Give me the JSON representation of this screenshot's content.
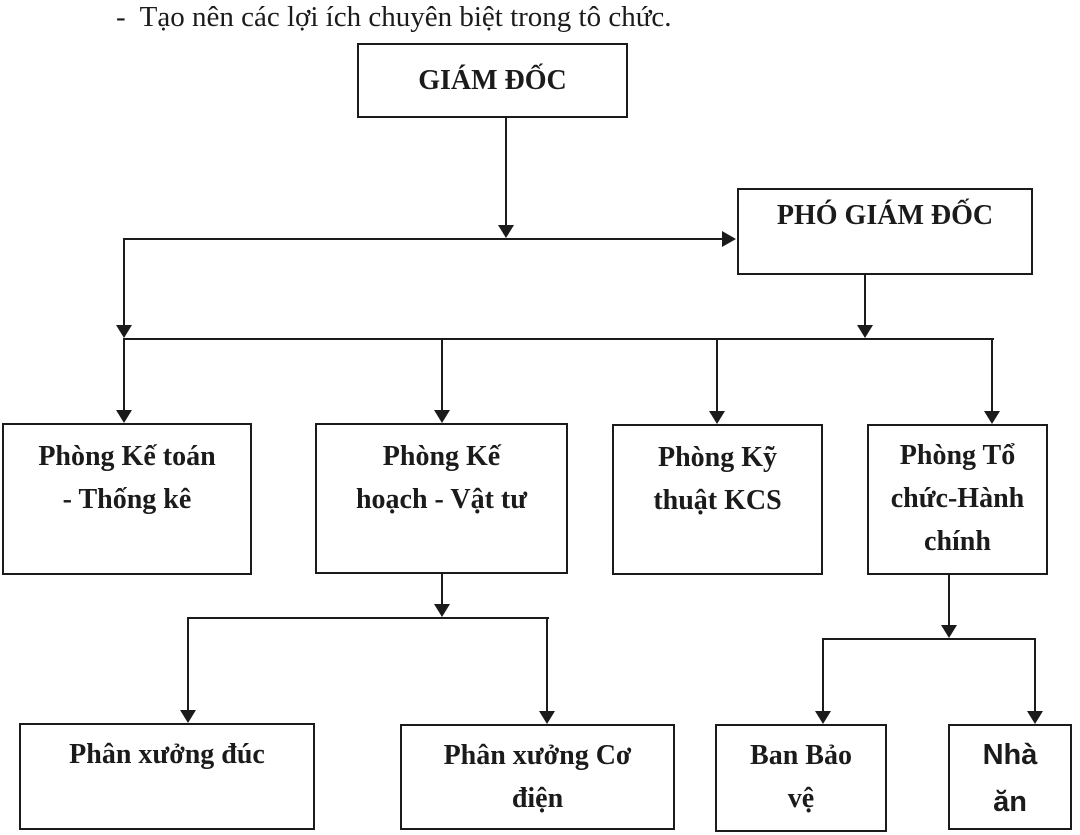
{
  "heading": "-  Tạo nên các lợi ích chuyên biệt trong tô chức.",
  "nodes": {
    "giam_doc": {
      "lines": [
        "GIÁM ĐỐC"
      ]
    },
    "pho_giam_doc": {
      "lines": [
        "PHÓ GIÁM ĐỐC"
      ]
    },
    "phong_ke_toan": {
      "lines": [
        "Phòng Kế toán",
        "- Thống kê"
      ]
    },
    "phong_ke_hoach": {
      "lines": [
        "Phòng Kế",
        "hoạch - Vật tư"
      ]
    },
    "phong_ky_thuat": {
      "lines": [
        "Phòng Kỹ",
        "thuật KCS"
      ]
    },
    "phong_to_chuc": {
      "lines": [
        "Phòng Tổ",
        "chức-Hành",
        "chính"
      ]
    },
    "phan_xuong_duc": {
      "lines": [
        "Phân xưởng đúc"
      ]
    },
    "phan_xuong_co_dien": {
      "lines": [
        "Phân xưởng Cơ",
        "điện"
      ]
    },
    "ban_bao_ve": {
      "lines": [
        "Ban Bảo",
        "vệ"
      ]
    },
    "nha_an": {
      "lines": [
        "Nhà",
        "ăn"
      ]
    }
  },
  "hierarchy": {
    "giam_doc": [
      "pho_giam_doc",
      "departments_bus"
    ],
    "pho_giam_doc": [
      "departments_bus"
    ],
    "departments_bus": [
      "phong_ke_toan",
      "phong_ke_hoach",
      "phong_ky_thuat",
      "phong_to_chuc"
    ],
    "phong_ke_hoach": [
      "phan_xuong_duc",
      "phan_xuong_co_dien"
    ],
    "phong_to_chuc": [
      "ban_bao_ve",
      "nha_an"
    ]
  },
  "colors": {
    "ink": "#1b1b1b",
    "background": "#ffffff"
  }
}
